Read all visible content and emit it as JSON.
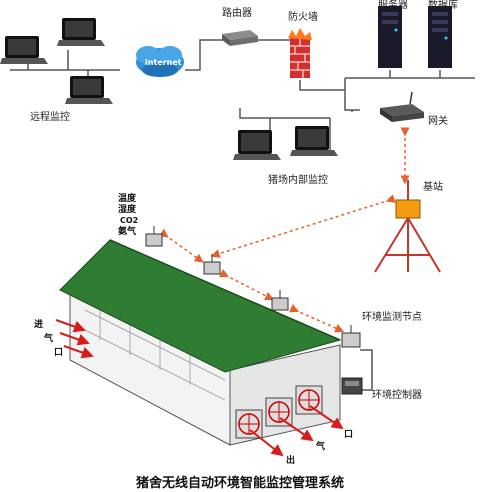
{
  "labels": {
    "remote_monitor": "远程监控",
    "internet": "internet",
    "router": "路由器",
    "firewall": "防火墙",
    "server": "服务器",
    "database": "数据库",
    "gateway": "网关",
    "farm_monitor": "猪场内部监控",
    "base_station": "基站",
    "sensor_temp": "温度",
    "sensor_humidity": "湿度",
    "sensor_co2": "CO2",
    "sensor_ammonia": "氨气",
    "inlet_1": "进",
    "inlet_2": "气",
    "inlet_3": "口",
    "env_node": "环境监测节点",
    "env_controller": "环境控制器",
    "outlet_1": "出",
    "outlet_2": "气",
    "outlet_3": "口"
  },
  "caption": "猪舍无线自动环境智能监控管理系统",
  "colors": {
    "roof": "#2e7d32",
    "wireless_link": "#e8602c",
    "firewall": "#d32f2f",
    "airflow": "#d81b1b",
    "wire": "#555555"
  }
}
